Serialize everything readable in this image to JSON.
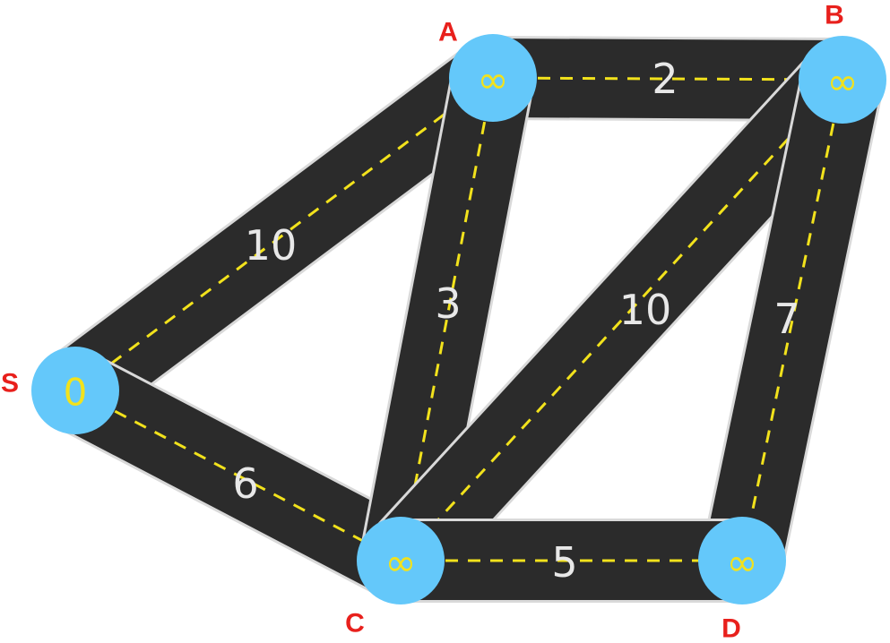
{
  "colors": {
    "road": "#2b2b2b",
    "road_edge": "#d9d9d9",
    "lane_dash": "#f2e21c",
    "node_fill": "#64c8fa",
    "node_text": "#f2e21c",
    "label_text": "#e8201c",
    "weight_text": "#e8e8e8"
  },
  "nodes": [
    {
      "id": "S",
      "label": "S",
      "distance": "0"
    },
    {
      "id": "A",
      "label": "A",
      "distance": "∞"
    },
    {
      "id": "B",
      "label": "B",
      "distance": "∞"
    },
    {
      "id": "C",
      "label": "C",
      "distance": "∞"
    },
    {
      "id": "D",
      "label": "D",
      "distance": "∞"
    }
  ],
  "edges": [
    {
      "from": "S",
      "to": "A",
      "weight": "10"
    },
    {
      "from": "S",
      "to": "C",
      "weight": "6"
    },
    {
      "from": "A",
      "to": "B",
      "weight": "2"
    },
    {
      "from": "A",
      "to": "C",
      "weight": "3"
    },
    {
      "from": "C",
      "to": "B",
      "weight": "10"
    },
    {
      "from": "B",
      "to": "D",
      "weight": "7"
    },
    {
      "from": "C",
      "to": "D",
      "weight": "5"
    }
  ]
}
